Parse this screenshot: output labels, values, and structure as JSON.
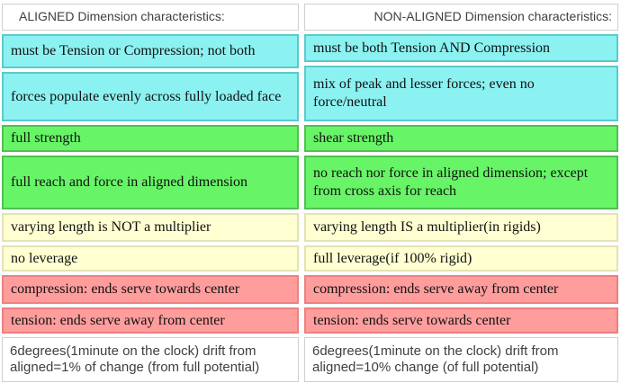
{
  "colors": {
    "cyan_fill": "#8cf1f1",
    "cyan_border": "#5acaca",
    "green_fill": "#67f567",
    "green_border": "#4fc14f",
    "yellow_fill": "#ffffd2",
    "yellow_border": "#e3e3b4",
    "pink_fill": "#ff9d9d",
    "pink_border": "#ee8080",
    "header_border": "#cfcfcf",
    "header_text": "#3f3f3f"
  },
  "columns": [
    {
      "header": "ALIGNED Dimension characteristics:",
      "rows": [
        {
          "text": "must be Tension or Compression; not both",
          "band": "cyan"
        },
        {
          "text": "forces populate evenly across fully loaded face",
          "band": "cyan"
        },
        {
          "text": "full strength",
          "band": "green"
        },
        {
          "text": "full reach and force in aligned dimension",
          "band": "green"
        },
        {
          "text": "varying length is NOT a multiplier",
          "band": "yellow"
        },
        {
          "text": "no leverage",
          "band": "yellow"
        },
        {
          "text": "compression: ends serve towards center",
          "band": "pink"
        },
        {
          "text": "tension: ends serve away from center",
          "band": "pink"
        },
        {
          "text": "6degrees(1minute on the clock) drift from aligned=1% of change (from full potential)",
          "band": "white"
        }
      ]
    },
    {
      "header": "NON-ALIGNED Dimension characteristics:",
      "rows": [
        {
          "text": "must be both Tension AND Compression",
          "band": "cyan"
        },
        {
          "text": "mix of peak and lesser forces; even no force/neutral",
          "band": "cyan"
        },
        {
          "text": "shear strength",
          "band": "green"
        },
        {
          "text": "no reach nor force in aligned dimension; except from cross axis for reach",
          "band": "green"
        },
        {
          "text": "varying length IS a multiplier(in rigids)",
          "band": "yellow"
        },
        {
          "text": "full leverage(if 100% rigid)",
          "band": "yellow"
        },
        {
          "text": "compression: ends serve away from center",
          "band": "pink"
        },
        {
          "text": "tension: ends serve towards center",
          "band": "pink"
        },
        {
          "text": "6degrees(1minute on the clock) drift from aligned=10% change (of full potential)",
          "band": "white"
        }
      ]
    }
  ]
}
